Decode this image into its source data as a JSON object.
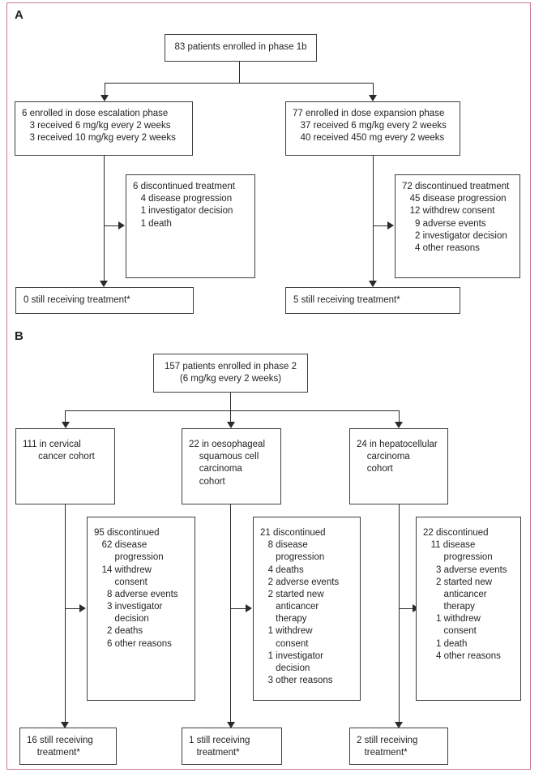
{
  "figure": {
    "type": "trial-profile-flowchart",
    "frame_border_color": "#ca7a8e",
    "box_border_color": "#3f3f3f",
    "line_color": "#2b2b2b",
    "panel_a": {
      "label": "A",
      "enrolled": "83 patients enrolled in phase 1b",
      "dose_escalation": [
        "6 enrolled in dose escalation phase",
        "   3 received 6 mg/kg every 2 weeks",
        "   3 received 10 mg/kg every 2 weeks"
      ],
      "dose_expansion": [
        "77 enrolled in dose expansion phase",
        "   37 received 6 mg/kg every 2 weeks",
        "   40 received 450 mg every 2 weeks"
      ],
      "escalation_discontinued": [
        "6 discontinued treatment",
        "   4 disease progression",
        "   1 investigator decision",
        "   1 death"
      ],
      "expansion_discontinued": [
        "72 discontinued treatment",
        "   45 disease progression",
        "   12 withdrew consent",
        "     9 adverse events",
        "     2 investigator decision",
        "     4 other reasons"
      ],
      "escalation_still_receiving": "0 still receiving treatment*",
      "expansion_still_receiving": "5 still receiving treatment*"
    },
    "panel_b": {
      "label": "B",
      "enrolled": [
        "157 patients enrolled in phase 2",
        "(6 mg/kg every 2 weeks)"
      ],
      "cervical_cohort": [
        "111 in cervical",
        "      cancer cohort"
      ],
      "oesophageal_cohort": [
        "22 in oesophageal",
        "    squamous cell",
        "    carcinoma",
        "    cohort"
      ],
      "hepatocellular_cohort": [
        "24 in hepatocellular",
        "    carcinoma",
        "    cohort"
      ],
      "cervical_discontinued": [
        "95 discontinued",
        "   62 disease",
        "        progression",
        "   14 withdrew",
        "        consent",
        "     8 adverse events",
        "     3 investigator",
        "        decision",
        "     2 deaths",
        "     6 other reasons"
      ],
      "oesophageal_discontinued": [
        "21 discontinued",
        "   8 disease",
        "      progression",
        "   4 deaths",
        "   2 adverse events",
        "   2 started new",
        "      anticancer",
        "      therapy",
        "   1 withdrew",
        "      consent",
        "   1 investigator",
        "      decision",
        "   3 other reasons"
      ],
      "hepatocellular_discontinued": [
        "22 discontinued",
        "   11 disease",
        "        progression",
        "     3 adverse events",
        "     2 started new",
        "        anticancer",
        "        therapy",
        "     1 withdrew",
        "        consent",
        "     1 death",
        "     4 other reasons"
      ],
      "cervical_still_receiving": [
        "16 still receiving",
        "    treatment*"
      ],
      "oesophageal_still_receiving": [
        "1 still receiving",
        "   treatment*"
      ],
      "hepatocellular_still_receiving": [
        "2 still receiving",
        "   treatment*"
      ]
    }
  }
}
